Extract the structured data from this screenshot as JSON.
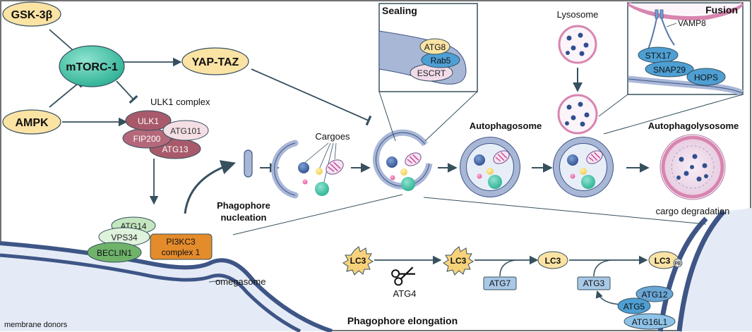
{
  "regulators": {
    "gsk3b": "GSK-3β",
    "mtorc1": "mTORC-1",
    "ampk": "AMPK",
    "yaptaz": "YAP-TAZ"
  },
  "ulk1_complex": {
    "title": "ULK1 complex",
    "ulk1": "ULK1",
    "fip200": "FIP200",
    "atg101": "ATG101",
    "atg13": "ATG13"
  },
  "pi3kc3_complex": {
    "atg14": "ATG14",
    "vps34": "VPS34",
    "beclin1": "BECLIN1",
    "pi3kc3_line1": "PI3KC3",
    "pi3kc3_line2": "complex 1"
  },
  "labels": {
    "omegasome": "omegasome",
    "membrane_donors": "membrane donors",
    "nucleation_line1": "Phagophore",
    "nucleation_line2": "nucleation",
    "cargoes": "Cargoes",
    "autophagosome": "Autophagosome",
    "lysosome": "Lysosome",
    "autophagolysosome": "Autophagolysosome",
    "cargo_degradation": "cargo degradation",
    "elongation": "Phagophore elongation"
  },
  "sealing_box": {
    "title": "Sealing",
    "atg8": "ATG8",
    "rab5": "Rab5",
    "escrt": "ESCRT"
  },
  "fusion_box": {
    "title": "Fusion",
    "vamp8": "VAMP8",
    "stx17": "STX17",
    "snap29": "SNAP29",
    "hops": "HOPS"
  },
  "elongation": {
    "lc3_a": "LC3",
    "lc3_b": "LC3",
    "lc3_c": "LC3",
    "lc3_d": "LC3",
    "pe": "PE",
    "atg4": "ATG4",
    "atg7": "ATG7",
    "atg3": "ATG3",
    "atg12": "ATG12",
    "atg5": "ATG5",
    "atg16l1": "ATG16L1"
  },
  "colors": {
    "yellow": "#fbe3a4",
    "teal": "#3fbfa6",
    "ulk_pink": "#b8707e",
    "green": "#7dbe79",
    "orange": "#e48b2c",
    "blue": "#4e9fd3",
    "membrane": "#a9b7d7",
    "lysosome_pink": "#d885b0",
    "line": "#36505e"
  }
}
